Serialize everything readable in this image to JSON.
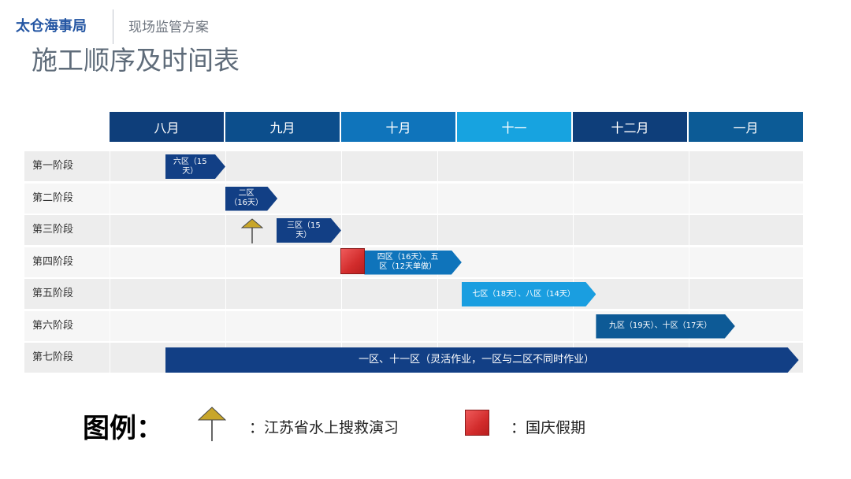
{
  "header": {
    "org": "太仓海事局",
    "subject": "现场监管方案",
    "title": "施工顺序及时间表"
  },
  "chart_data": {
    "type": "gantt",
    "months": [
      {
        "label": "八月",
        "color": "#0e3e7a"
      },
      {
        "label": "九月",
        "color": "#0c4e8c"
      },
      {
        "label": "十月",
        "color": "#0f74bb"
      },
      {
        "label": "十一",
        "color": "#17a3e0"
      },
      {
        "label": "十二月",
        "color": "#0e3e7a"
      },
      {
        "label": "一月",
        "color": "#0c5b96"
      }
    ],
    "stages": [
      "第一阶段",
      "第二阶段",
      "第三阶段",
      "第四阶段",
      "第五阶段",
      "第六阶段",
      "第七阶段"
    ],
    "tasks": [
      {
        "stage": 0,
        "lines": [
          "六区（15",
          "天）"
        ],
        "start": 0.48,
        "end": 1.0,
        "color": "#123f85"
      },
      {
        "stage": 1,
        "lines": [
          "二区",
          "（16天）"
        ],
        "start": 1.0,
        "end": 1.45,
        "color": "#123f85"
      },
      {
        "stage": 2,
        "lines": [
          "三区（15",
          "天）"
        ],
        "start": 1.44,
        "end": 2.0,
        "color": "#123f85"
      },
      {
        "stage": 3,
        "lines": [
          "四区（16天）、五",
          "区（12天单做）"
        ],
        "start": 2.2,
        "end": 3.04,
        "color": "#0f74bb"
      },
      {
        "stage": 4,
        "lines": [
          "七区（18天）、八区（14天）"
        ],
        "start": 3.04,
        "end": 4.2,
        "color": "#1a9ee0"
      },
      {
        "stage": 5,
        "lines": [
          "九区（19天）、十区（17天）"
        ],
        "start": 4.2,
        "end": 5.4,
        "color": "#0d5a96"
      },
      {
        "stage": 6,
        "lines": [
          "一区、十一区（灵活作业，一区与二区不同时作业）"
        ],
        "start": 0.48,
        "end": 5.95,
        "color": "#123f85"
      }
    ],
    "markers": [
      {
        "stage": 2,
        "type": "drill",
        "pos": 1.23
      },
      {
        "stage": 3,
        "type": "holiday",
        "pos": 2.0
      }
    ]
  },
  "legend": {
    "title": "图例：",
    "drill": "：江苏省水上搜救演习",
    "holiday": "：国庆假期",
    "drill_color": "#c8a62a",
    "holiday_color": "#d9302e"
  }
}
